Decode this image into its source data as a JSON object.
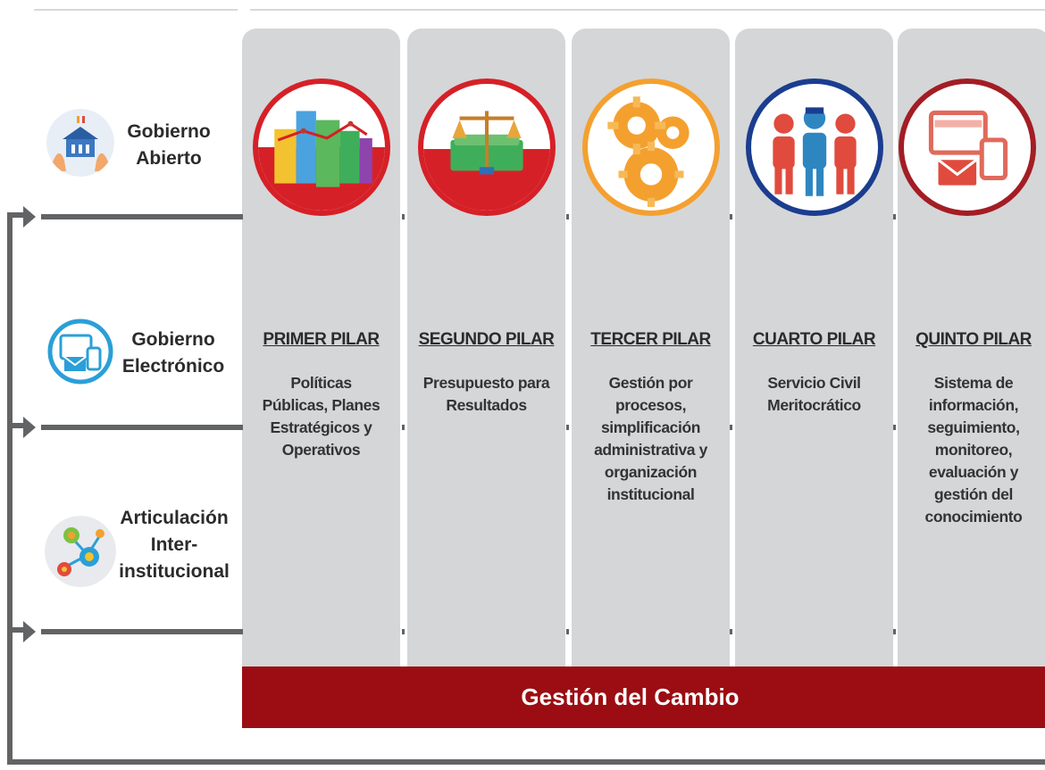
{
  "left_items": [
    {
      "label": "Gobierno\nAbierto",
      "icon": "open-government-icon"
    },
    {
      "label": "Gobierno\nElectrónico",
      "icon": "electronic-government-icon"
    },
    {
      "label": "Articulación\nInter-\ninstitucional",
      "icon": "inter-institutional-network-icon"
    }
  ],
  "pillars": [
    {
      "title": "PRIMER PILAR",
      "description": "Políticas\nPúblicas, Planes\nEstratégicos y\nOperativos",
      "icon": "buildings-chart-icon",
      "ring_color": "#d62027"
    },
    {
      "title": "SEGUNDO PILAR",
      "description": "Presupuesto para\nResultados",
      "icon": "money-scale-icon",
      "ring_color": "#d62027"
    },
    {
      "title": "TERCER PILAR",
      "description": "Gestión por\nprocesos,\nsimplificación\nadministrativa y\norganización\ninstitucional",
      "icon": "gears-icon",
      "ring_color": "#f4a02f"
    },
    {
      "title": "CUARTO PILAR",
      "description": "Servicio Civil\nMeritocrático",
      "icon": "people-icon",
      "ring_color": "#1b3d8f"
    },
    {
      "title": "QUINTO PILAR",
      "description": "Sistema de\ninformación,\nseguimiento,\nmonitoreo,\nevaluación y\ngestión del\nconocimiento",
      "icon": "devices-icon",
      "ring_color": "#a31d24"
    }
  ],
  "footer": {
    "label": "Gestión del Cambio"
  },
  "colors": {
    "pillar_bg": "#d5d6d8",
    "connector": "#626365",
    "change_bar": "#9b0d12"
  }
}
